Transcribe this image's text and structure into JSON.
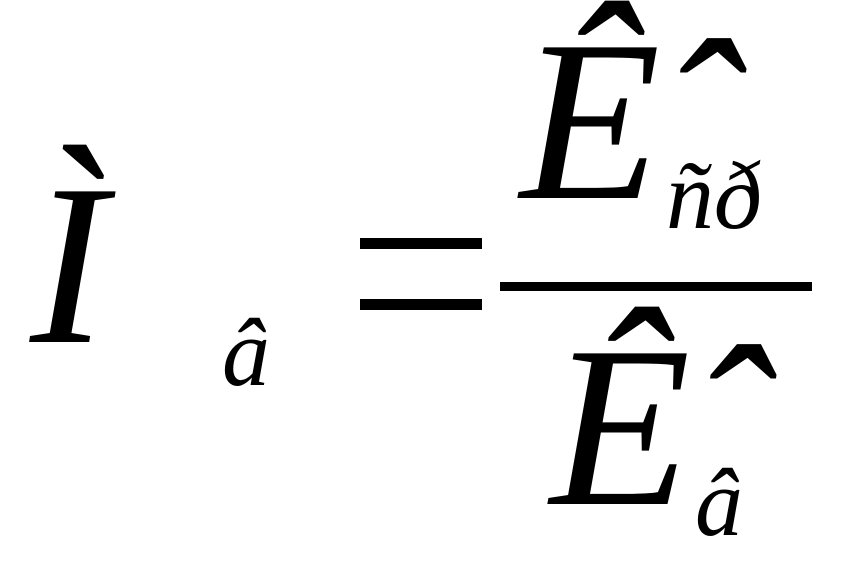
{
  "formula": {
    "lhs": {
      "symbol": "Ì",
      "subscript": "â"
    },
    "operator": "=",
    "rhs": {
      "numerator": {
        "symbol": "Ê̂",
        "subscript": "ñð"
      },
      "denominator": {
        "symbol": "Ê̂",
        "subscript": "â"
      }
    }
  },
  "colors": {
    "text": "#000000",
    "background": "#ffffff"
  }
}
